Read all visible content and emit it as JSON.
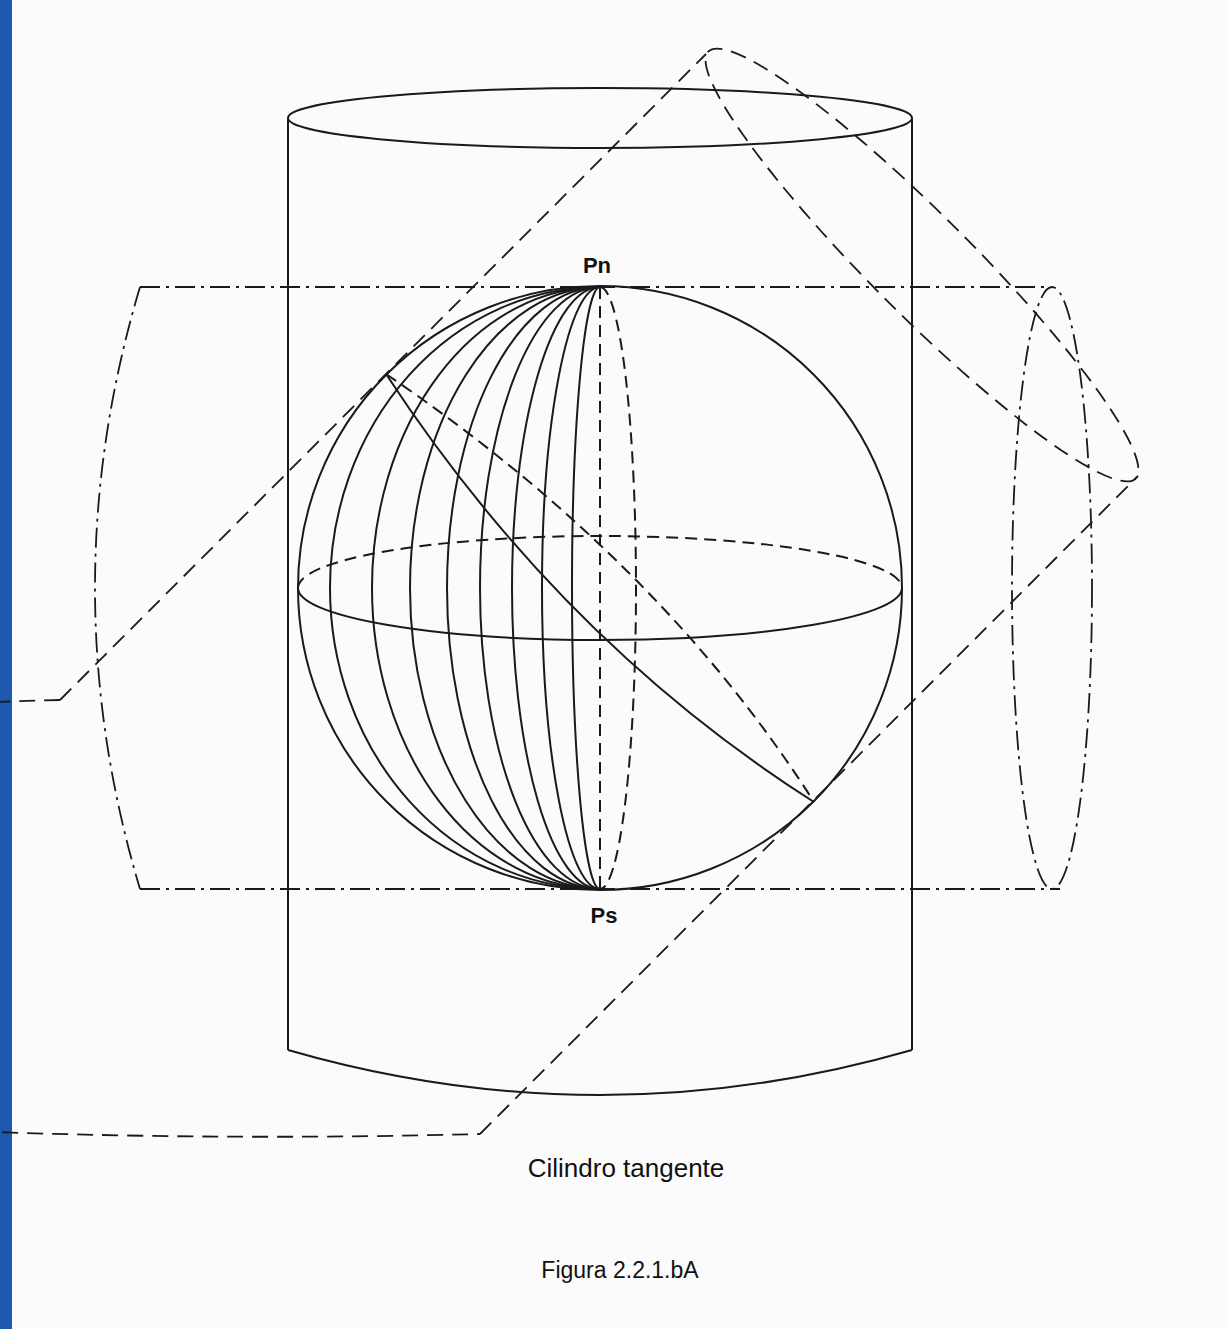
{
  "diagram": {
    "caption": "Figura 2.2.1.bA",
    "labels": [
      "Pn",
      "Ps",
      "Cilindro tangente"
    ]
  }
}
